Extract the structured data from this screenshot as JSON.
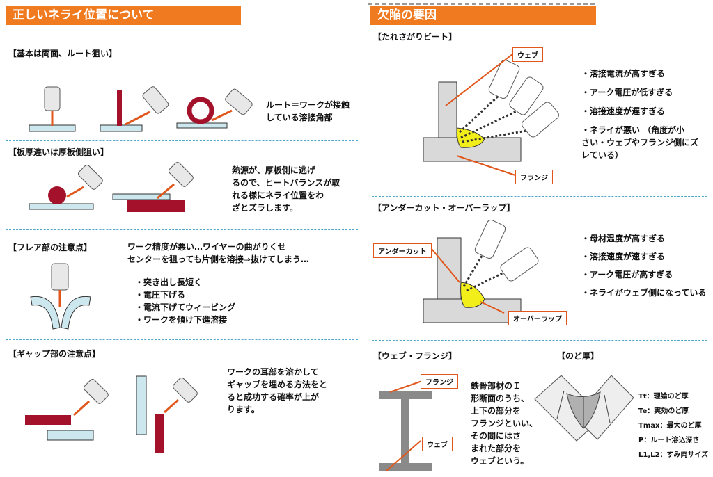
{
  "left": {
    "header": "正しいネライ位置について",
    "s1": {
      "title": "【基本は両面、ルート狙い】",
      "text": [
        "ルート＝ワークが接触",
        "している溶接角部"
      ]
    },
    "s2": {
      "title": "【板厚違いは厚板側狙い】",
      "text": [
        "熱源が、厚板側に逃げ",
        "るので、ヒートバランスが取",
        "れる様にネライ位置をわ",
        "ざとズラします。"
      ]
    },
    "s3": {
      "title": "【フレア部の注意点】",
      "intro": [
        "ワーク精度が悪い…ワイヤーの曲がりくせ",
        "センターを狙っても片側を溶接⇒抜けてしまう…"
      ],
      "bullets": [
        "・突き出し長短く",
        "・電圧下げる",
        "・電流下げてウィービング",
        "・ワークを傾け下進溶接"
      ]
    },
    "s4": {
      "title": "【ギャップ部の注意点】",
      "text": [
        "ワークの耳部を溶かして",
        "ギャップを埋める方法をと",
        "ると成功する確率が上が",
        "ります。"
      ]
    }
  },
  "right": {
    "header": "欠陥の要因",
    "s1": {
      "title": "【たれさがりビート】",
      "label_web": "ウェブ",
      "label_flange": "フランジ",
      "bullets": [
        "・溶接電流が高すぎる",
        "・アーク電圧が低すぎる",
        "・溶接速度が遅すぎる",
        "・ネライが悪い （角度が小",
        "さい・ウェブやフランジ側にズ",
        "レている）"
      ]
    },
    "s2": {
      "title": "【アンダーカット・オーバーラップ】",
      "label_undercut": "アンダーカット",
      "label_overlap": "オーバーラップ",
      "bullets": [
        "・母材温度が高すぎる",
        "・溶接速度が速すぎる",
        "・アーク電圧が高すぎる",
        "・ネライがウェブ側になっている"
      ]
    },
    "s3": {
      "title": "【ウェブ・フランジ】",
      "label_flange": "フランジ",
      "label_web": "ウェブ",
      "text": [
        "鉄骨部材のＩ",
        "形断面のうち、",
        "上下の部分を",
        "フランジといい、",
        "その間にはさ",
        "まれた部分を",
        "ウェブという。"
      ]
    },
    "s4": {
      "title": "【のど厚】",
      "legend": [
        "Tt：理論のど厚",
        "Te：実効のど厚",
        "Tmax：最大のど厚",
        "P：ルート溶込深さ",
        "L1,L2：すみ肉サイズ"
      ]
    }
  },
  "colors": {
    "header": "#f07a1f",
    "weld_red": "#a3122a",
    "plate_blue": "#cde7ee",
    "bead_yellow": "#f2ee1a",
    "steel_gray": "#8a8a8a"
  }
}
